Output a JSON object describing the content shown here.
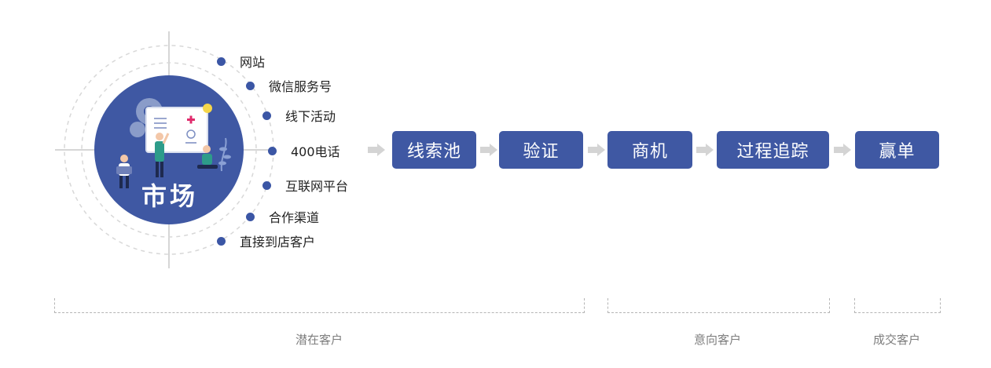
{
  "market": {
    "title": "市场"
  },
  "channels": [
    "网站",
    "微信服务号",
    "线下活动",
    "400电话",
    "互联网平台",
    "合作渠道",
    "直接到店客户"
  ],
  "pipeline": [
    "线索池",
    "验证",
    "商机",
    "过程追踪",
    "赢单"
  ],
  "stages": [
    "潜在客户",
    "意向客户",
    "成交客户"
  ],
  "colors": {
    "primary": "#3f58a3",
    "dot": "#3b56a5",
    "arrow": "#d4d4d4",
    "dashed": "#cfcfcf"
  },
  "icons": {
    "flow_arrow": "right-arrow-icon",
    "illustration": "team-whiteboard-illustration"
  }
}
